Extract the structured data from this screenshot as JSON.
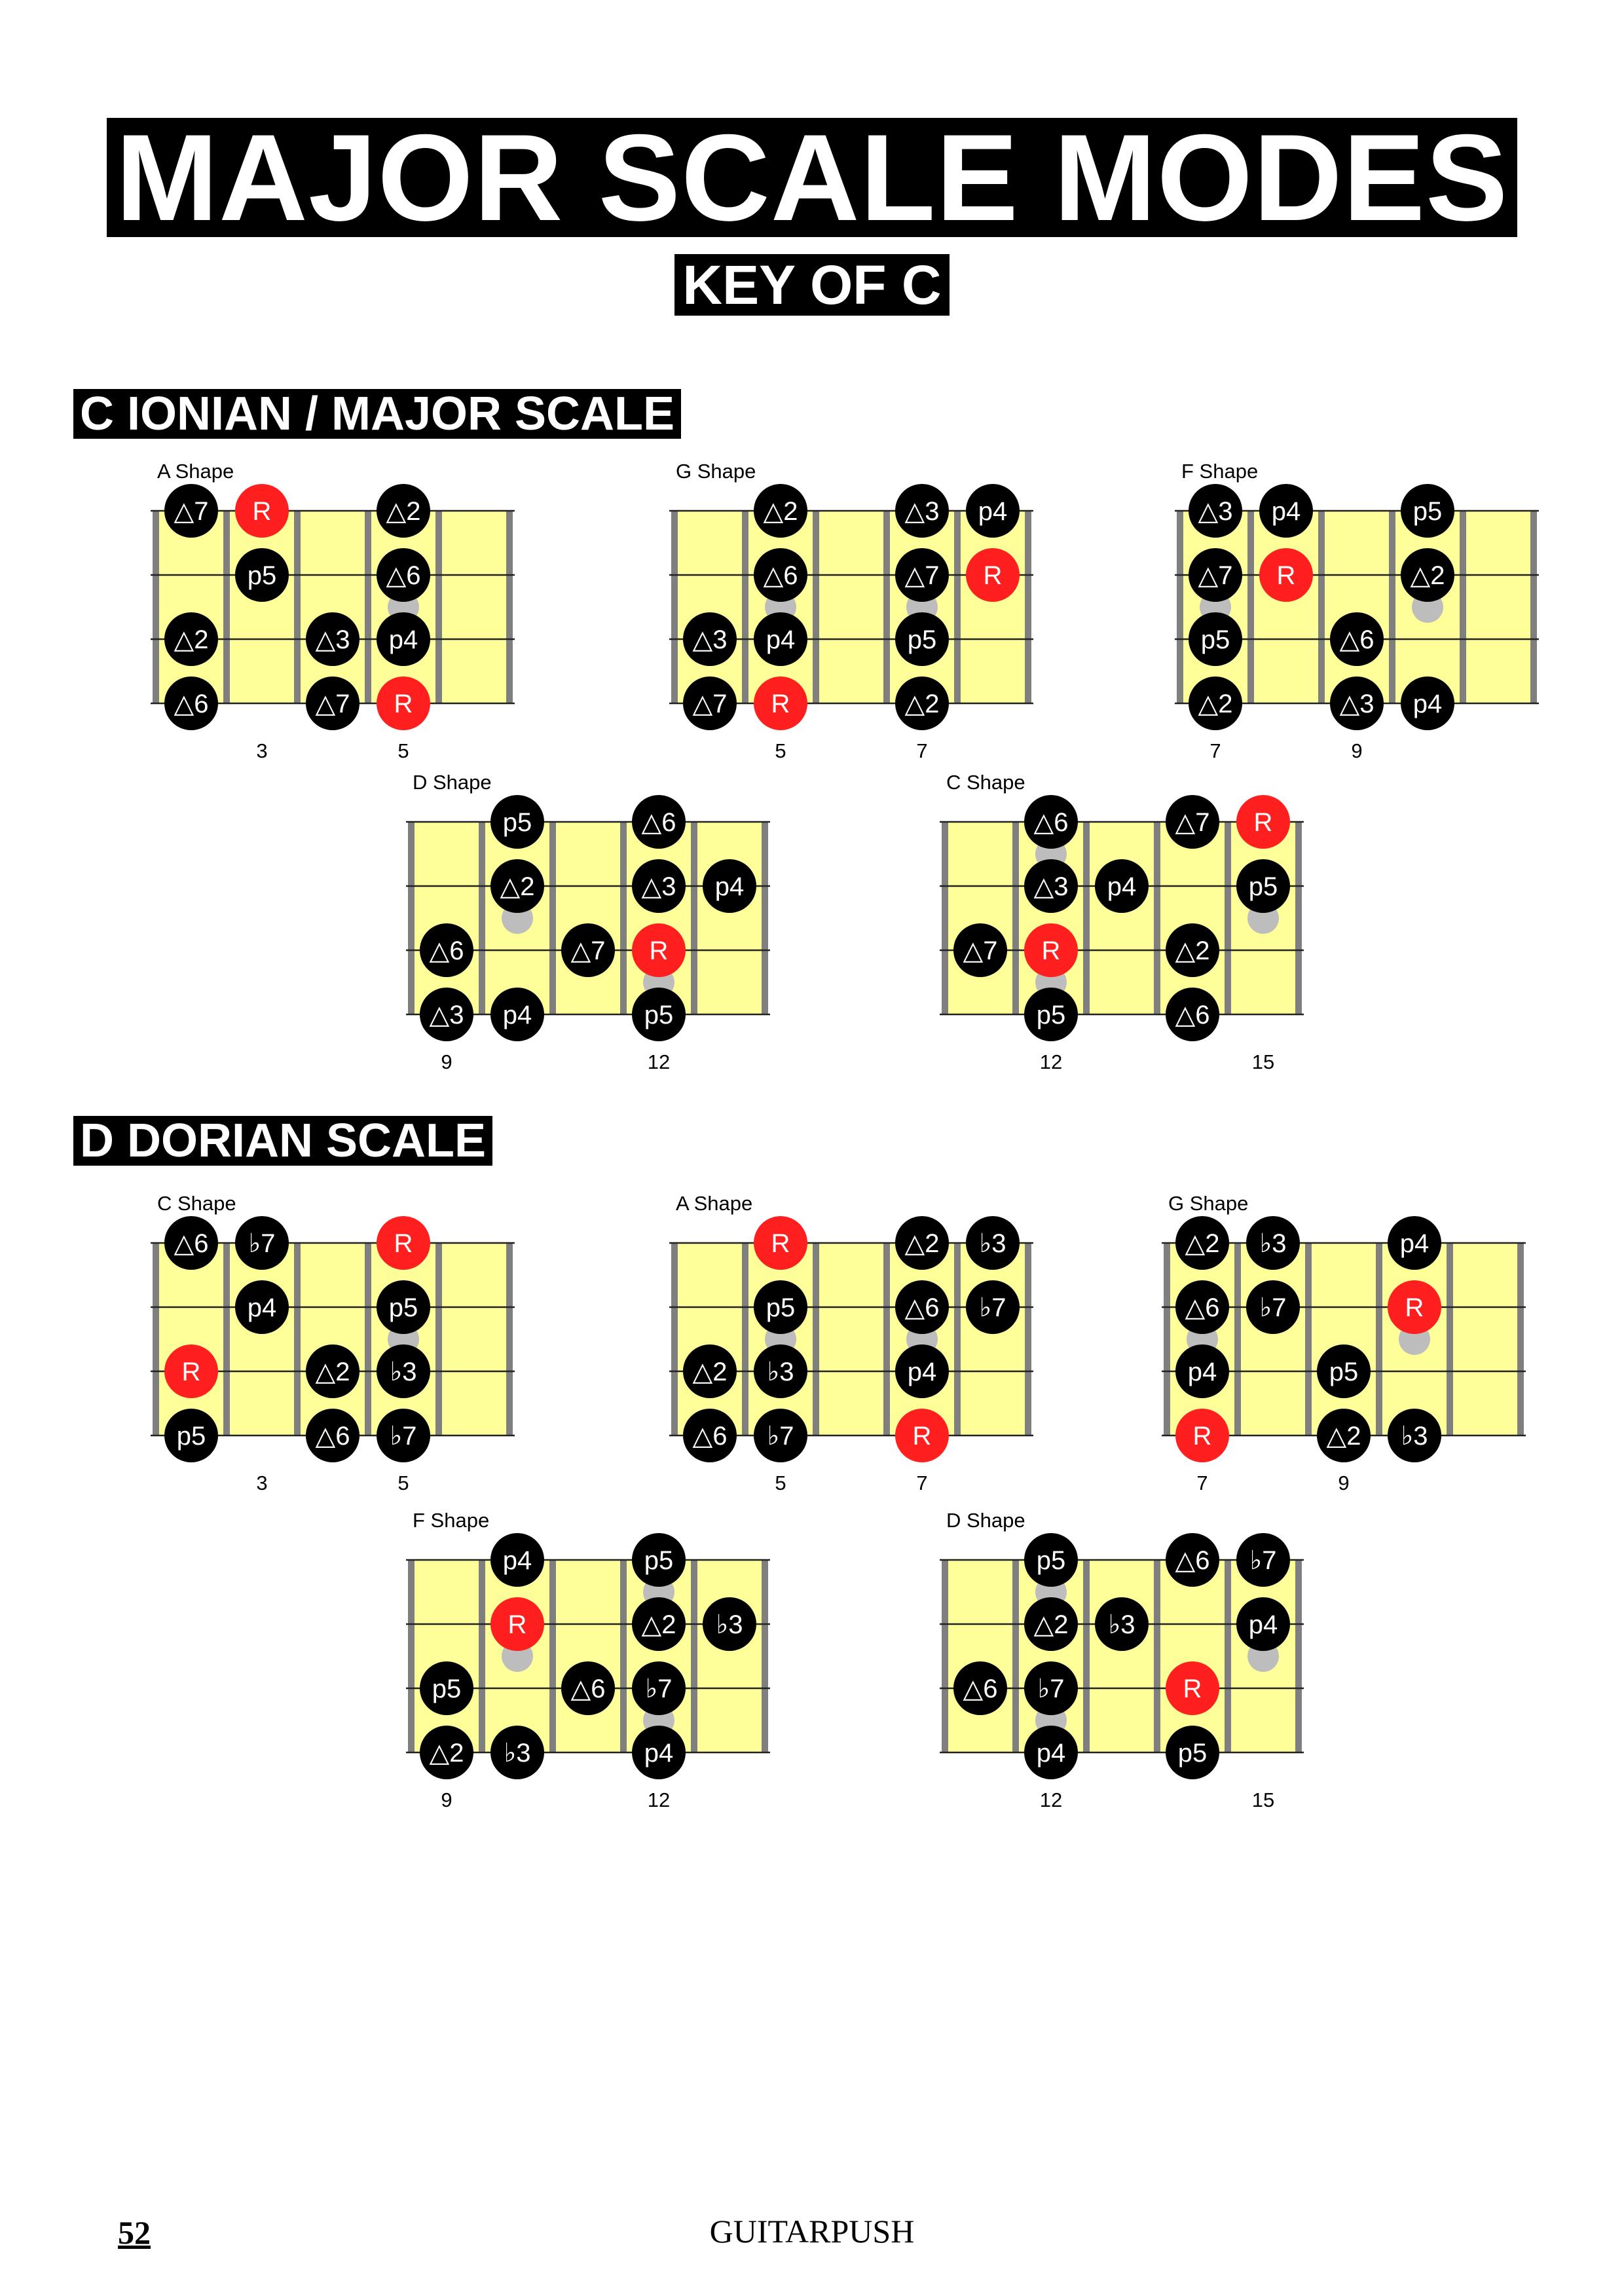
{
  "title": "MAJOR SCALE MODES",
  "subtitle": "KEY OF C",
  "colors": {
    "fret_bg": "#ffff99",
    "fret_line": "#7f7f7f",
    "dot": "#000000",
    "root": "#ff1f1f",
    "ghost": "#bdbdbd"
  },
  "sections": [
    {
      "title": "C IONIAN / MAJOR SCALE",
      "shapes": [
        {
          "name": "A Shape",
          "fret_labels": [
            {
              "slot": 2,
              "text": "3"
            },
            {
              "slot": 4,
              "text": "5"
            }
          ],
          "ghosts": [
            [
              4,
              1
            ]
          ],
          "dots": [
            {
              "s": 0,
              "f": 1,
              "l": "△7"
            },
            {
              "s": 0,
              "f": 2,
              "l": "R",
              "r": true
            },
            {
              "s": 0,
              "f": 4,
              "l": "△2"
            },
            {
              "s": 1,
              "f": 2,
              "l": "p5"
            },
            {
              "s": 1,
              "f": 4,
              "l": "△6"
            },
            {
              "s": 2,
              "f": 1,
              "l": "△2"
            },
            {
              "s": 2,
              "f": 3,
              "l": "△3"
            },
            {
              "s": 2,
              "f": 4,
              "l": "p4"
            },
            {
              "s": 3,
              "f": 1,
              "l": "△6"
            },
            {
              "s": 3,
              "f": 3,
              "l": "△7"
            },
            {
              "s": 3,
              "f": 4,
              "l": "R",
              "r": true
            }
          ]
        },
        {
          "name": "G Shape",
          "fret_labels": [
            {
              "slot": 2,
              "text": "5"
            },
            {
              "slot": 4,
              "text": "7"
            }
          ],
          "ghosts": [
            [
              2,
              1
            ],
            [
              4,
              1
            ]
          ],
          "dots": [
            {
              "s": 0,
              "f": 2,
              "l": "△2"
            },
            {
              "s": 0,
              "f": 4,
              "l": "△3"
            },
            {
              "s": 0,
              "f": 5,
              "l": "p4"
            },
            {
              "s": 1,
              "f": 2,
              "l": "△6"
            },
            {
              "s": 1,
              "f": 4,
              "l": "△7"
            },
            {
              "s": 1,
              "f": 5,
              "l": "R",
              "r": true
            },
            {
              "s": 2,
              "f": 1,
              "l": "△3"
            },
            {
              "s": 2,
              "f": 2,
              "l": "p4"
            },
            {
              "s": 2,
              "f": 4,
              "l": "p5"
            },
            {
              "s": 3,
              "f": 1,
              "l": "△7"
            },
            {
              "s": 3,
              "f": 2,
              "l": "R",
              "r": true
            },
            {
              "s": 3,
              "f": 4,
              "l": "△2"
            }
          ]
        },
        {
          "name": "F Shape",
          "fret_labels": [
            {
              "slot": 1,
              "text": "7"
            },
            {
              "slot": 3,
              "text": "9"
            }
          ],
          "ghosts": [
            [
              1,
              1
            ],
            [
              4,
              1
            ]
          ],
          "dots": [
            {
              "s": 0,
              "f": 1,
              "l": "△3"
            },
            {
              "s": 0,
              "f": 2,
              "l": "p4"
            },
            {
              "s": 0,
              "f": 4,
              "l": "p5"
            },
            {
              "s": 1,
              "f": 1,
              "l": "△7"
            },
            {
              "s": 1,
              "f": 2,
              "l": "R",
              "r": true
            },
            {
              "s": 1,
              "f": 4,
              "l": "△2"
            },
            {
              "s": 2,
              "f": 1,
              "l": "p5"
            },
            {
              "s": 2,
              "f": 3,
              "l": "△6"
            },
            {
              "s": 3,
              "f": 1,
              "l": "△2"
            },
            {
              "s": 3,
              "f": 3,
              "l": "△3"
            },
            {
              "s": 3,
              "f": 4,
              "l": "p4"
            }
          ]
        },
        {
          "name": "D Shape",
          "fret_labels": [
            {
              "slot": 1,
              "text": "9"
            },
            {
              "slot": 4,
              "text": "12"
            }
          ],
          "ghosts": [
            [
              2,
              1
            ],
            [
              4,
              2
            ]
          ],
          "dots": [
            {
              "s": 0,
              "f": 2,
              "l": "p5"
            },
            {
              "s": 0,
              "f": 4,
              "l": "△6"
            },
            {
              "s": 1,
              "f": 2,
              "l": "△2"
            },
            {
              "s": 1,
              "f": 4,
              "l": "△3"
            },
            {
              "s": 1,
              "f": 5,
              "l": "p4"
            },
            {
              "s": 2,
              "f": 1,
              "l": "△6"
            },
            {
              "s": 2,
              "f": 3,
              "l": "△7"
            },
            {
              "s": 2,
              "f": 4,
              "l": "R",
              "r": true
            },
            {
              "s": 3,
              "f": 1,
              "l": "△3"
            },
            {
              "s": 3,
              "f": 2,
              "l": "p4"
            },
            {
              "s": 3,
              "f": 4,
              "l": "p5"
            }
          ]
        },
        {
          "name": "C Shape",
          "fret_labels": [
            {
              "slot": 2,
              "text": "12"
            },
            {
              "slot": 5,
              "text": "15"
            }
          ],
          "ghosts": [
            [
              2,
              0
            ],
            [
              5,
              1
            ],
            [
              2,
              2
            ]
          ],
          "dots": [
            {
              "s": 0,
              "f": 2,
              "l": "△6"
            },
            {
              "s": 0,
              "f": 4,
              "l": "△7"
            },
            {
              "s": 0,
              "f": 5,
              "l": "R",
              "r": true
            },
            {
              "s": 1,
              "f": 2,
              "l": "△3"
            },
            {
              "s": 1,
              "f": 3,
              "l": "p4"
            },
            {
              "s": 1,
              "f": 5,
              "l": "p5"
            },
            {
              "s": 2,
              "f": 1,
              "l": "△7"
            },
            {
              "s": 2,
              "f": 2,
              "l": "R",
              "r": true
            },
            {
              "s": 2,
              "f": 4,
              "l": "△2"
            },
            {
              "s": 3,
              "f": 2,
              "l": "p5"
            },
            {
              "s": 3,
              "f": 4,
              "l": "△6"
            }
          ]
        }
      ]
    },
    {
      "title": "D DORIAN SCALE",
      "shapes": [
        {
          "name": "C Shape",
          "fret_labels": [
            {
              "slot": 2,
              "text": "3"
            },
            {
              "slot": 4,
              "text": "5"
            }
          ],
          "ghosts": [
            [
              4,
              1
            ]
          ],
          "dots": [
            {
              "s": 0,
              "f": 1,
              "l": "△6"
            },
            {
              "s": 0,
              "f": 2,
              "l": "♭7"
            },
            {
              "s": 0,
              "f": 4,
              "l": "R",
              "r": true
            },
            {
              "s": 1,
              "f": 2,
              "l": "p4"
            },
            {
              "s": 1,
              "f": 4,
              "l": "p5"
            },
            {
              "s": 2,
              "f": 1,
              "l": "R",
              "r": true
            },
            {
              "s": 2,
              "f": 3,
              "l": "△2"
            },
            {
              "s": 2,
              "f": 4,
              "l": "♭3"
            },
            {
              "s": 3,
              "f": 1,
              "l": "p5"
            },
            {
              "s": 3,
              "f": 3,
              "l": "△6"
            },
            {
              "s": 3,
              "f": 4,
              "l": "♭7"
            }
          ]
        },
        {
          "name": "A Shape",
          "fret_labels": [
            {
              "slot": 2,
              "text": "5"
            },
            {
              "slot": 4,
              "text": "7"
            }
          ],
          "ghosts": [
            [
              2,
              1
            ],
            [
              4,
              1
            ]
          ],
          "dots": [
            {
              "s": 0,
              "f": 2,
              "l": "R",
              "r": true
            },
            {
              "s": 0,
              "f": 4,
              "l": "△2"
            },
            {
              "s": 0,
              "f": 5,
              "l": "♭3"
            },
            {
              "s": 1,
              "f": 2,
              "l": "p5"
            },
            {
              "s": 1,
              "f": 4,
              "l": "△6"
            },
            {
              "s": 1,
              "f": 5,
              "l": "♭7"
            },
            {
              "s": 2,
              "f": 1,
              "l": "△2"
            },
            {
              "s": 2,
              "f": 2,
              "l": "♭3"
            },
            {
              "s": 2,
              "f": 4,
              "l": "p4"
            },
            {
              "s": 3,
              "f": 1,
              "l": "△6"
            },
            {
              "s": 3,
              "f": 2,
              "l": "♭7"
            },
            {
              "s": 3,
              "f": 4,
              "l": "R",
              "r": true
            }
          ]
        },
        {
          "name": "G Shape",
          "fret_labels": [
            {
              "slot": 1,
              "text": "7"
            },
            {
              "slot": 3,
              "text": "9"
            }
          ],
          "ghosts": [
            [
              1,
              1
            ],
            [
              4,
              1
            ]
          ],
          "dots": [
            {
              "s": 0,
              "f": 1,
              "l": "△2"
            },
            {
              "s": 0,
              "f": 2,
              "l": "♭3"
            },
            {
              "s": 0,
              "f": 4,
              "l": "p4"
            },
            {
              "s": 1,
              "f": 1,
              "l": "△6"
            },
            {
              "s": 1,
              "f": 2,
              "l": "♭7"
            },
            {
              "s": 1,
              "f": 4,
              "l": "R",
              "r": true
            },
            {
              "s": 2,
              "f": 1,
              "l": "p4"
            },
            {
              "s": 2,
              "f": 3,
              "l": "p5"
            },
            {
              "s": 3,
              "f": 1,
              "l": "R",
              "r": true
            },
            {
              "s": 3,
              "f": 3,
              "l": "△2"
            },
            {
              "s": 3,
              "f": 4,
              "l": "♭3"
            }
          ]
        },
        {
          "name": "F Shape",
          "fret_labels": [
            {
              "slot": 1,
              "text": "9"
            },
            {
              "slot": 4,
              "text": "12"
            }
          ],
          "ghosts": [
            [
              2,
              1
            ],
            [
              4,
              0
            ],
            [
              4,
              2
            ]
          ],
          "dots": [
            {
              "s": 0,
              "f": 2,
              "l": "p4"
            },
            {
              "s": 0,
              "f": 4,
              "l": "p5"
            },
            {
              "s": 1,
              "f": 2,
              "l": "R",
              "r": true
            },
            {
              "s": 1,
              "f": 4,
              "l": "△2"
            },
            {
              "s": 1,
              "f": 5,
              "l": "♭3"
            },
            {
              "s": 2,
              "f": 1,
              "l": "p5"
            },
            {
              "s": 2,
              "f": 3,
              "l": "△6"
            },
            {
              "s": 2,
              "f": 4,
              "l": "♭7"
            },
            {
              "s": 3,
              "f": 1,
              "l": "△2"
            },
            {
              "s": 3,
              "f": 2,
              "l": "♭3"
            },
            {
              "s": 3,
              "f": 4,
              "l": "p4"
            }
          ]
        },
        {
          "name": "D Shape",
          "fret_labels": [
            {
              "slot": 2,
              "text": "12"
            },
            {
              "slot": 5,
              "text": "15"
            }
          ],
          "ghosts": [
            [
              2,
              0
            ],
            [
              5,
              1
            ],
            [
              2,
              2
            ]
          ],
          "dots": [
            {
              "s": 0,
              "f": 2,
              "l": "p5"
            },
            {
              "s": 0,
              "f": 4,
              "l": "△6"
            },
            {
              "s": 0,
              "f": 5,
              "l": "♭7"
            },
            {
              "s": 1,
              "f": 2,
              "l": "△2"
            },
            {
              "s": 1,
              "f": 3,
              "l": "♭3"
            },
            {
              "s": 1,
              "f": 5,
              "l": "p4"
            },
            {
              "s": 2,
              "f": 1,
              "l": "△6"
            },
            {
              "s": 2,
              "f": 2,
              "l": "♭7"
            },
            {
              "s": 2,
              "f": 4,
              "l": "R",
              "r": true
            },
            {
              "s": 3,
              "f": 2,
              "l": "p4"
            },
            {
              "s": 3,
              "f": 4,
              "l": "p5"
            }
          ]
        }
      ]
    }
  ],
  "footer": {
    "page_number": "52",
    "brand": "GUITARPUSH"
  }
}
